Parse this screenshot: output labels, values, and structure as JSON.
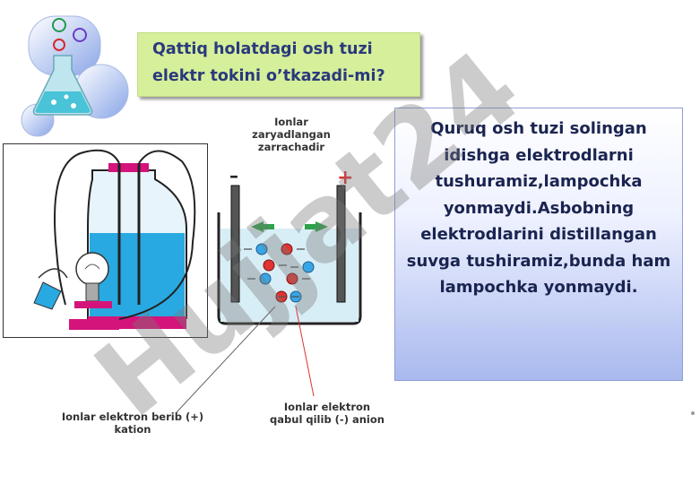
{
  "title": "Qattiq  holatdagi  osh  tuzi\nelektr tokini  o’tkazadi-mi?",
  "description": "Quruq  osh  tuzi  solingan idishga elektrodlarni tushuramiz,lampochka yonmaydi.Asbobning elektrodlarini distillangan suvga  tushiramiz,bunda ham  lampochka yonmaydi.",
  "labels": {
    "ions_charged": "Ionlar zaryadlangan zarrachadir",
    "cation": "Ionlar elektron berib (+) kation",
    "anion": "Ionlar elektron qabul qilib (-) anion"
  },
  "electrode_signs": {
    "minus": "–",
    "plus": "+"
  },
  "watermark": "Hujjat24",
  "colors": {
    "accent_green": "#d6ef9a",
    "title_text": "#2a3a7c",
    "water": "#29a9e1",
    "cation": "#e23333",
    "anion": "#38a6e6"
  }
}
